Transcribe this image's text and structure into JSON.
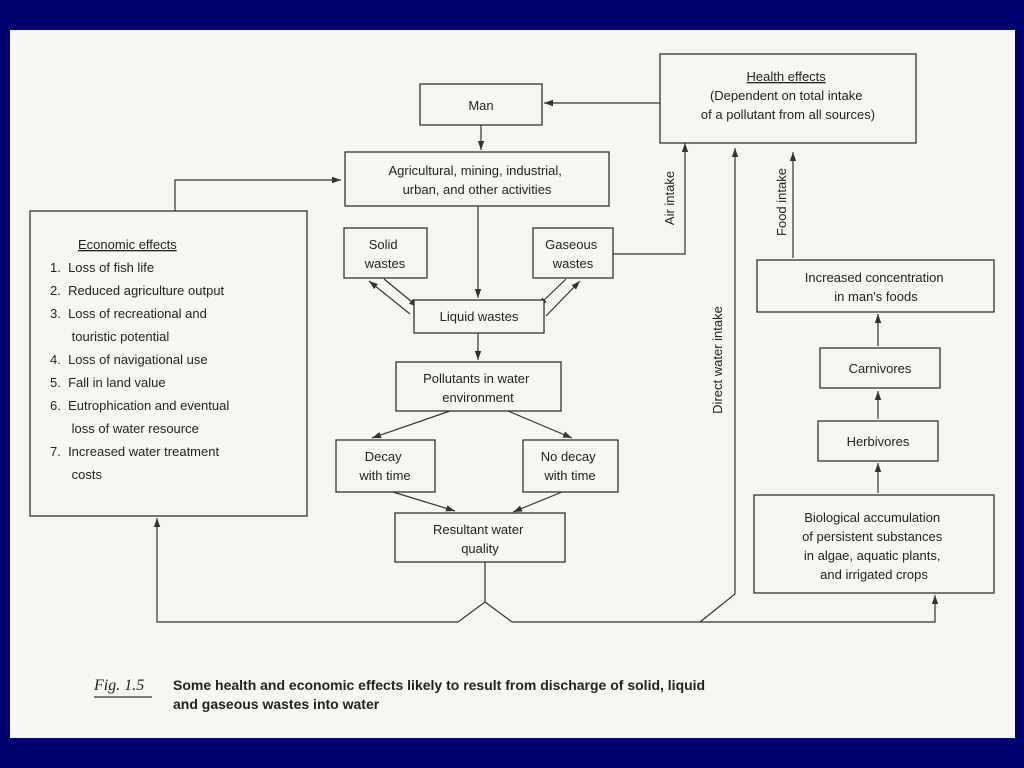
{
  "slide_background": "#00006e",
  "diagram": {
    "nodes": {
      "man": {
        "lines": [
          "Man"
        ]
      },
      "activities": {
        "lines": [
          "Agricultural, mining, industrial,",
          "urban, and other activities"
        ]
      },
      "health": {
        "lines": [
          "Health effects",
          "(Dependent on total intake",
          "of a pollutant from all sources)"
        ]
      },
      "solid": {
        "lines": [
          "Solid",
          "wastes"
        ]
      },
      "gaseous": {
        "lines": [
          "Gaseous",
          "wastes"
        ]
      },
      "liquid": {
        "lines": [
          "Liquid wastes"
        ]
      },
      "pollutants": {
        "lines": [
          "Pollutants in water",
          "environment"
        ]
      },
      "decay": {
        "lines": [
          "Decay",
          "with time"
        ]
      },
      "nodecay": {
        "lines": [
          "No decay",
          "with time"
        ]
      },
      "resultant": {
        "lines": [
          "Resultant water",
          "quality"
        ]
      },
      "economic": {
        "title": "Economic effects",
        "items": [
          "1.  Loss of fish life",
          "2.  Reduced agriculture output",
          "3.  Loss of recreational and",
          "      touristic potential",
          "4.  Loss of navigational use",
          "5.  Fall in land value",
          "6.  Eutrophication and eventual",
          "      loss of water resource",
          "7.  Increased water treatment",
          "      costs"
        ]
      },
      "increased": {
        "lines": [
          "Increased concentration",
          "in man's foods"
        ]
      },
      "carnivores": {
        "lines": [
          "Carnivores"
        ]
      },
      "herbivores": {
        "lines": [
          "Herbivores"
        ]
      },
      "bio": {
        "lines": [
          "Biological accumulation",
          "of persistent substances",
          "in algae, aquatic plants,",
          "and irrigated crops"
        ]
      }
    },
    "edge_labels": {
      "air": "Air intake",
      "food": "Food intake",
      "water": "Direct water intake"
    }
  },
  "caption": {
    "number": "Fig. 1.5",
    "line1": "Some health and economic effects likely to result from discharge of solid, liquid",
    "line2": "and gaseous wastes into water"
  }
}
